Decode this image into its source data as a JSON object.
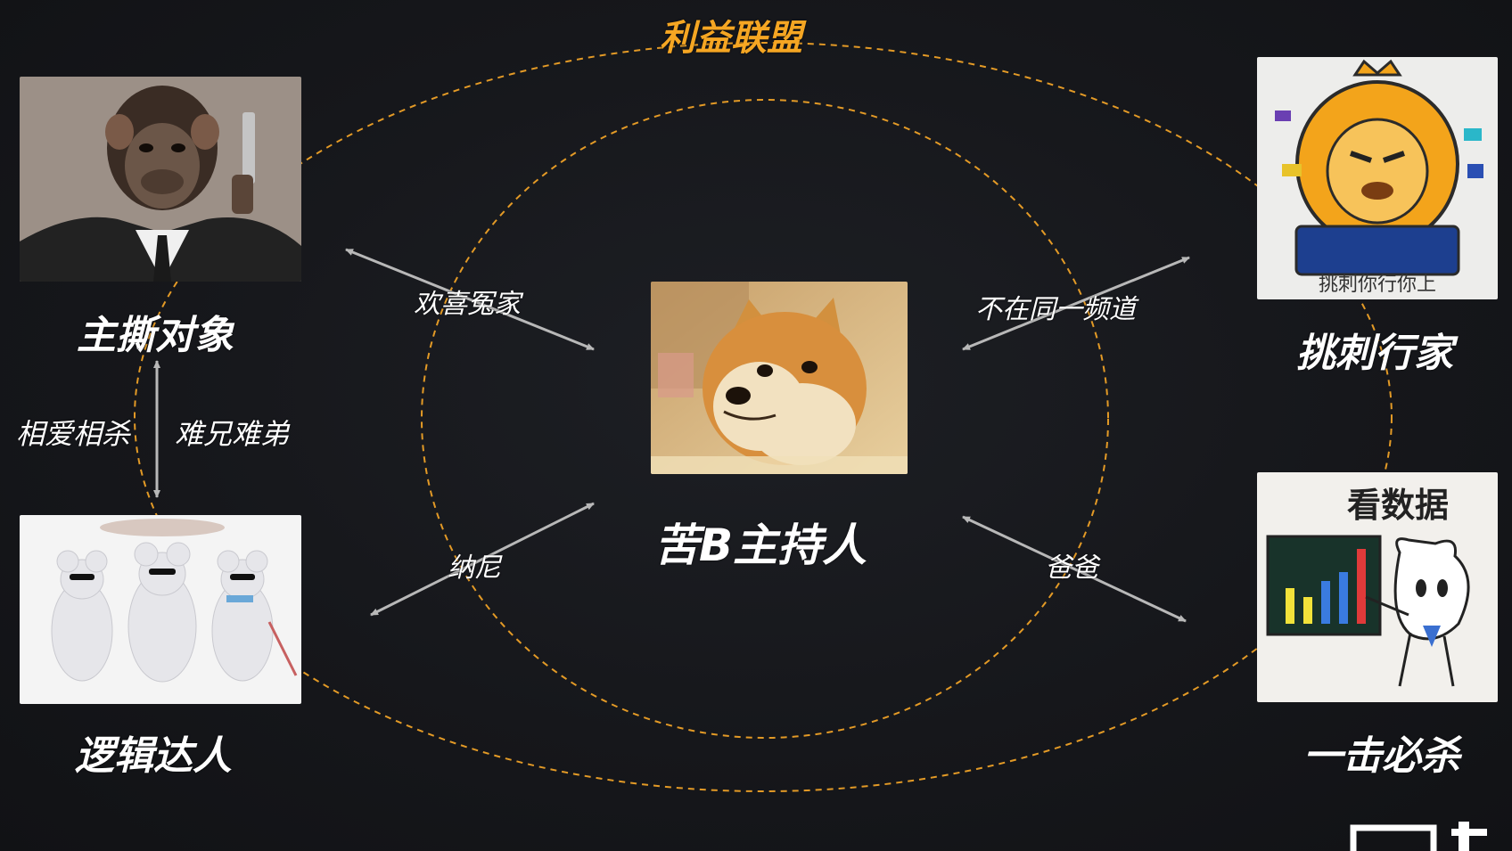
{
  "title": "利益联盟",
  "center": {
    "label": "苦B主持人",
    "icon": "shiba-doge-image"
  },
  "roles": {
    "top_left": {
      "label": "主撕对象",
      "icon": "ape-with-gun-image"
    },
    "bottom_left": {
      "label": "逻辑达人",
      "icon": "three-blind-mice-image"
    },
    "top_right": {
      "label": "挑刺行家",
      "icon": "lion-mascot-image",
      "image_text": "挑刺你行你上"
    },
    "bottom_right": {
      "label": "一击必杀",
      "icon": "cat-with-chart-image",
      "image_text": "看数据"
    }
  },
  "edges": {
    "top_left": "欢喜冤家",
    "top_right": "不在同一频道",
    "bottom_left": "纳尼",
    "bottom_right": "爸爸",
    "left_side_a": "相爱相杀",
    "left_side_b": "难兄难弟"
  },
  "colors": {
    "accent": "#f5a623",
    "arrow": "#b8b8b8",
    "background": "#16171b"
  }
}
